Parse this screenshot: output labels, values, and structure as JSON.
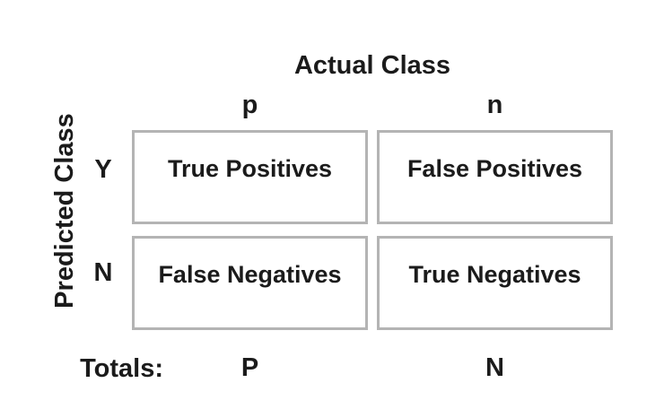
{
  "matrix": {
    "title": "Actual Class",
    "column_axis": {
      "headers": [
        "p",
        "n"
      ]
    },
    "row_axis": {
      "label": "Predicted Class",
      "headers": [
        "Y",
        "N"
      ]
    },
    "cells": [
      {
        "label": "True Positives"
      },
      {
        "label": "False Positives"
      },
      {
        "label": "False Negatives"
      },
      {
        "label": "True Negatives"
      }
    ],
    "totals": {
      "label": "Totals:",
      "values": [
        "P",
        "N"
      ]
    },
    "colors": {
      "background": "#ffffff",
      "cell_border": "#b4b4b4",
      "text": "#1b1b1b"
    }
  }
}
